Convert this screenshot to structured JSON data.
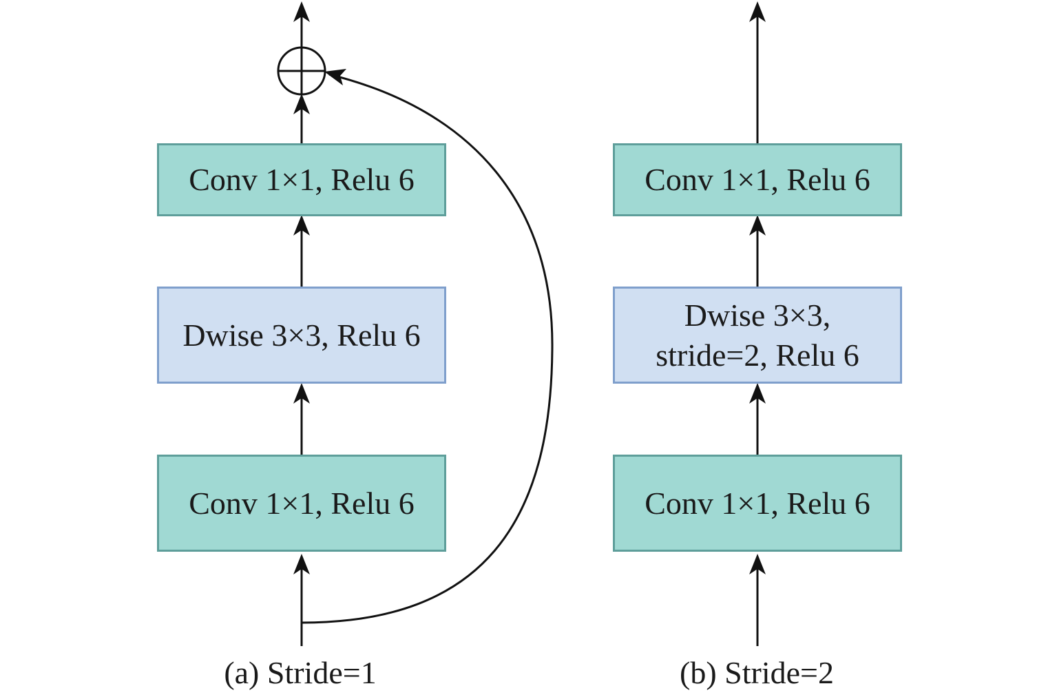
{
  "left_block": {
    "top_label": "Conv 1×1, Relu 6",
    "mid_label": "Dwise 3×3, Relu 6",
    "bottom_label": "Conv 1×1, Relu 6",
    "caption": "(a) Stride=1"
  },
  "right_block": {
    "top_label": "Conv 1×1, Relu 6",
    "mid_label_line1": "Dwise 3×3,",
    "mid_label_line2": "stride=2, Relu 6",
    "bottom_label": "Conv 1×1, Relu 6",
    "caption": "(b) Stride=2"
  },
  "colors": {
    "conv_fill": "#a0d9d3",
    "dwise_fill": "#d0dff2",
    "line": "#111111"
  }
}
